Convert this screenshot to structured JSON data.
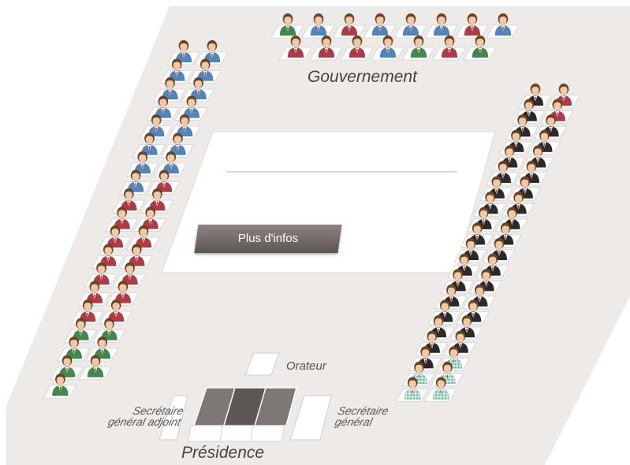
{
  "labels": {
    "government": "Gouvernement",
    "presidency": "Présidence",
    "speaker": "Orateur",
    "deputy_secretary": "Secrétaire\ngénéral adjoint",
    "secretary": "Secrétaire\ngénéral"
  },
  "info_panel": {
    "button_label": "Plus d'infos"
  },
  "colors": {
    "blue": "#4f86c0",
    "red": "#b03a45",
    "green": "#3c8a4c",
    "black": "#2a2a2a",
    "teal_pattern": "#9fd8cc",
    "presidency_dark": "#6a6464",
    "floor": "#edebe9"
  },
  "groups": {
    "government": {
      "seats": [
        "green",
        "blue",
        "red",
        "blue",
        "blue",
        "blue",
        "red",
        "blue",
        "red",
        "red",
        "red",
        "blue",
        "green",
        "red",
        "green"
      ]
    },
    "left_wing": {
      "seats": [
        "blue",
        "blue",
        "blue",
        "blue",
        "blue",
        "blue",
        "blue",
        "blue",
        "blue",
        "blue",
        "blue",
        "blue",
        "blue",
        "blue",
        "blue",
        "red",
        "red",
        "red",
        "red",
        "red",
        "red",
        "red",
        "red",
        "red",
        "red",
        "red",
        "red",
        "red",
        "red",
        "red",
        "green",
        "green",
        "green",
        "green",
        "green",
        "green",
        "green"
      ]
    },
    "right_wing": {
      "seats": [
        "black",
        "red",
        "black",
        "red",
        "black",
        "black",
        "black",
        "black",
        "black",
        "black",
        "black",
        "black",
        "black",
        "black",
        "black",
        "black",
        "black",
        "black",
        "black",
        "black",
        "black",
        "black",
        "black",
        "black",
        "black",
        "black",
        "black",
        "black",
        "black",
        "black",
        "black",
        "black",
        "black",
        "black",
        "black",
        "teal",
        "teal",
        "teal",
        "teal",
        "teal"
      ]
    }
  },
  "icons": [
    "deputy-seat-icon",
    "podium-icon",
    "presidency-bench-icon"
  ]
}
